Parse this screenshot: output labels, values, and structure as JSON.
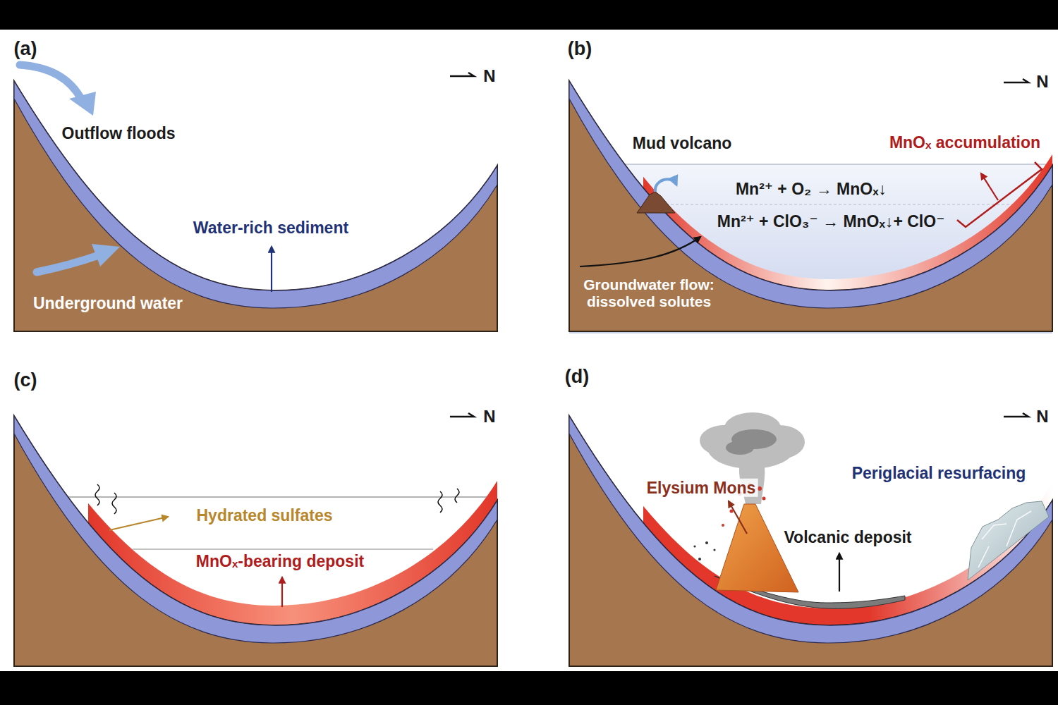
{
  "diagram": {
    "labels": [
      "(a)",
      "N",
      "Outflow floods",
      "Water-rich sediment",
      "Underground water",
      "(b)",
      "N",
      "Mud volcano",
      "MnOₓ accumulation",
      "Mn²⁺ + O₂ → MnOₓ↓",
      "Mn²⁺ + ClO₃⁻ →  MnOₓ↓+ ClO⁻",
      "Groundwater flow: dissolved solutes",
      "(c)",
      "N",
      "Hydrated sulfates",
      "MnOₓ-bearing deposit",
      "(d)",
      "N",
      "Elysium Mons",
      "Periglacial resurfacing",
      "Volcanic deposit"
    ]
  }
}
